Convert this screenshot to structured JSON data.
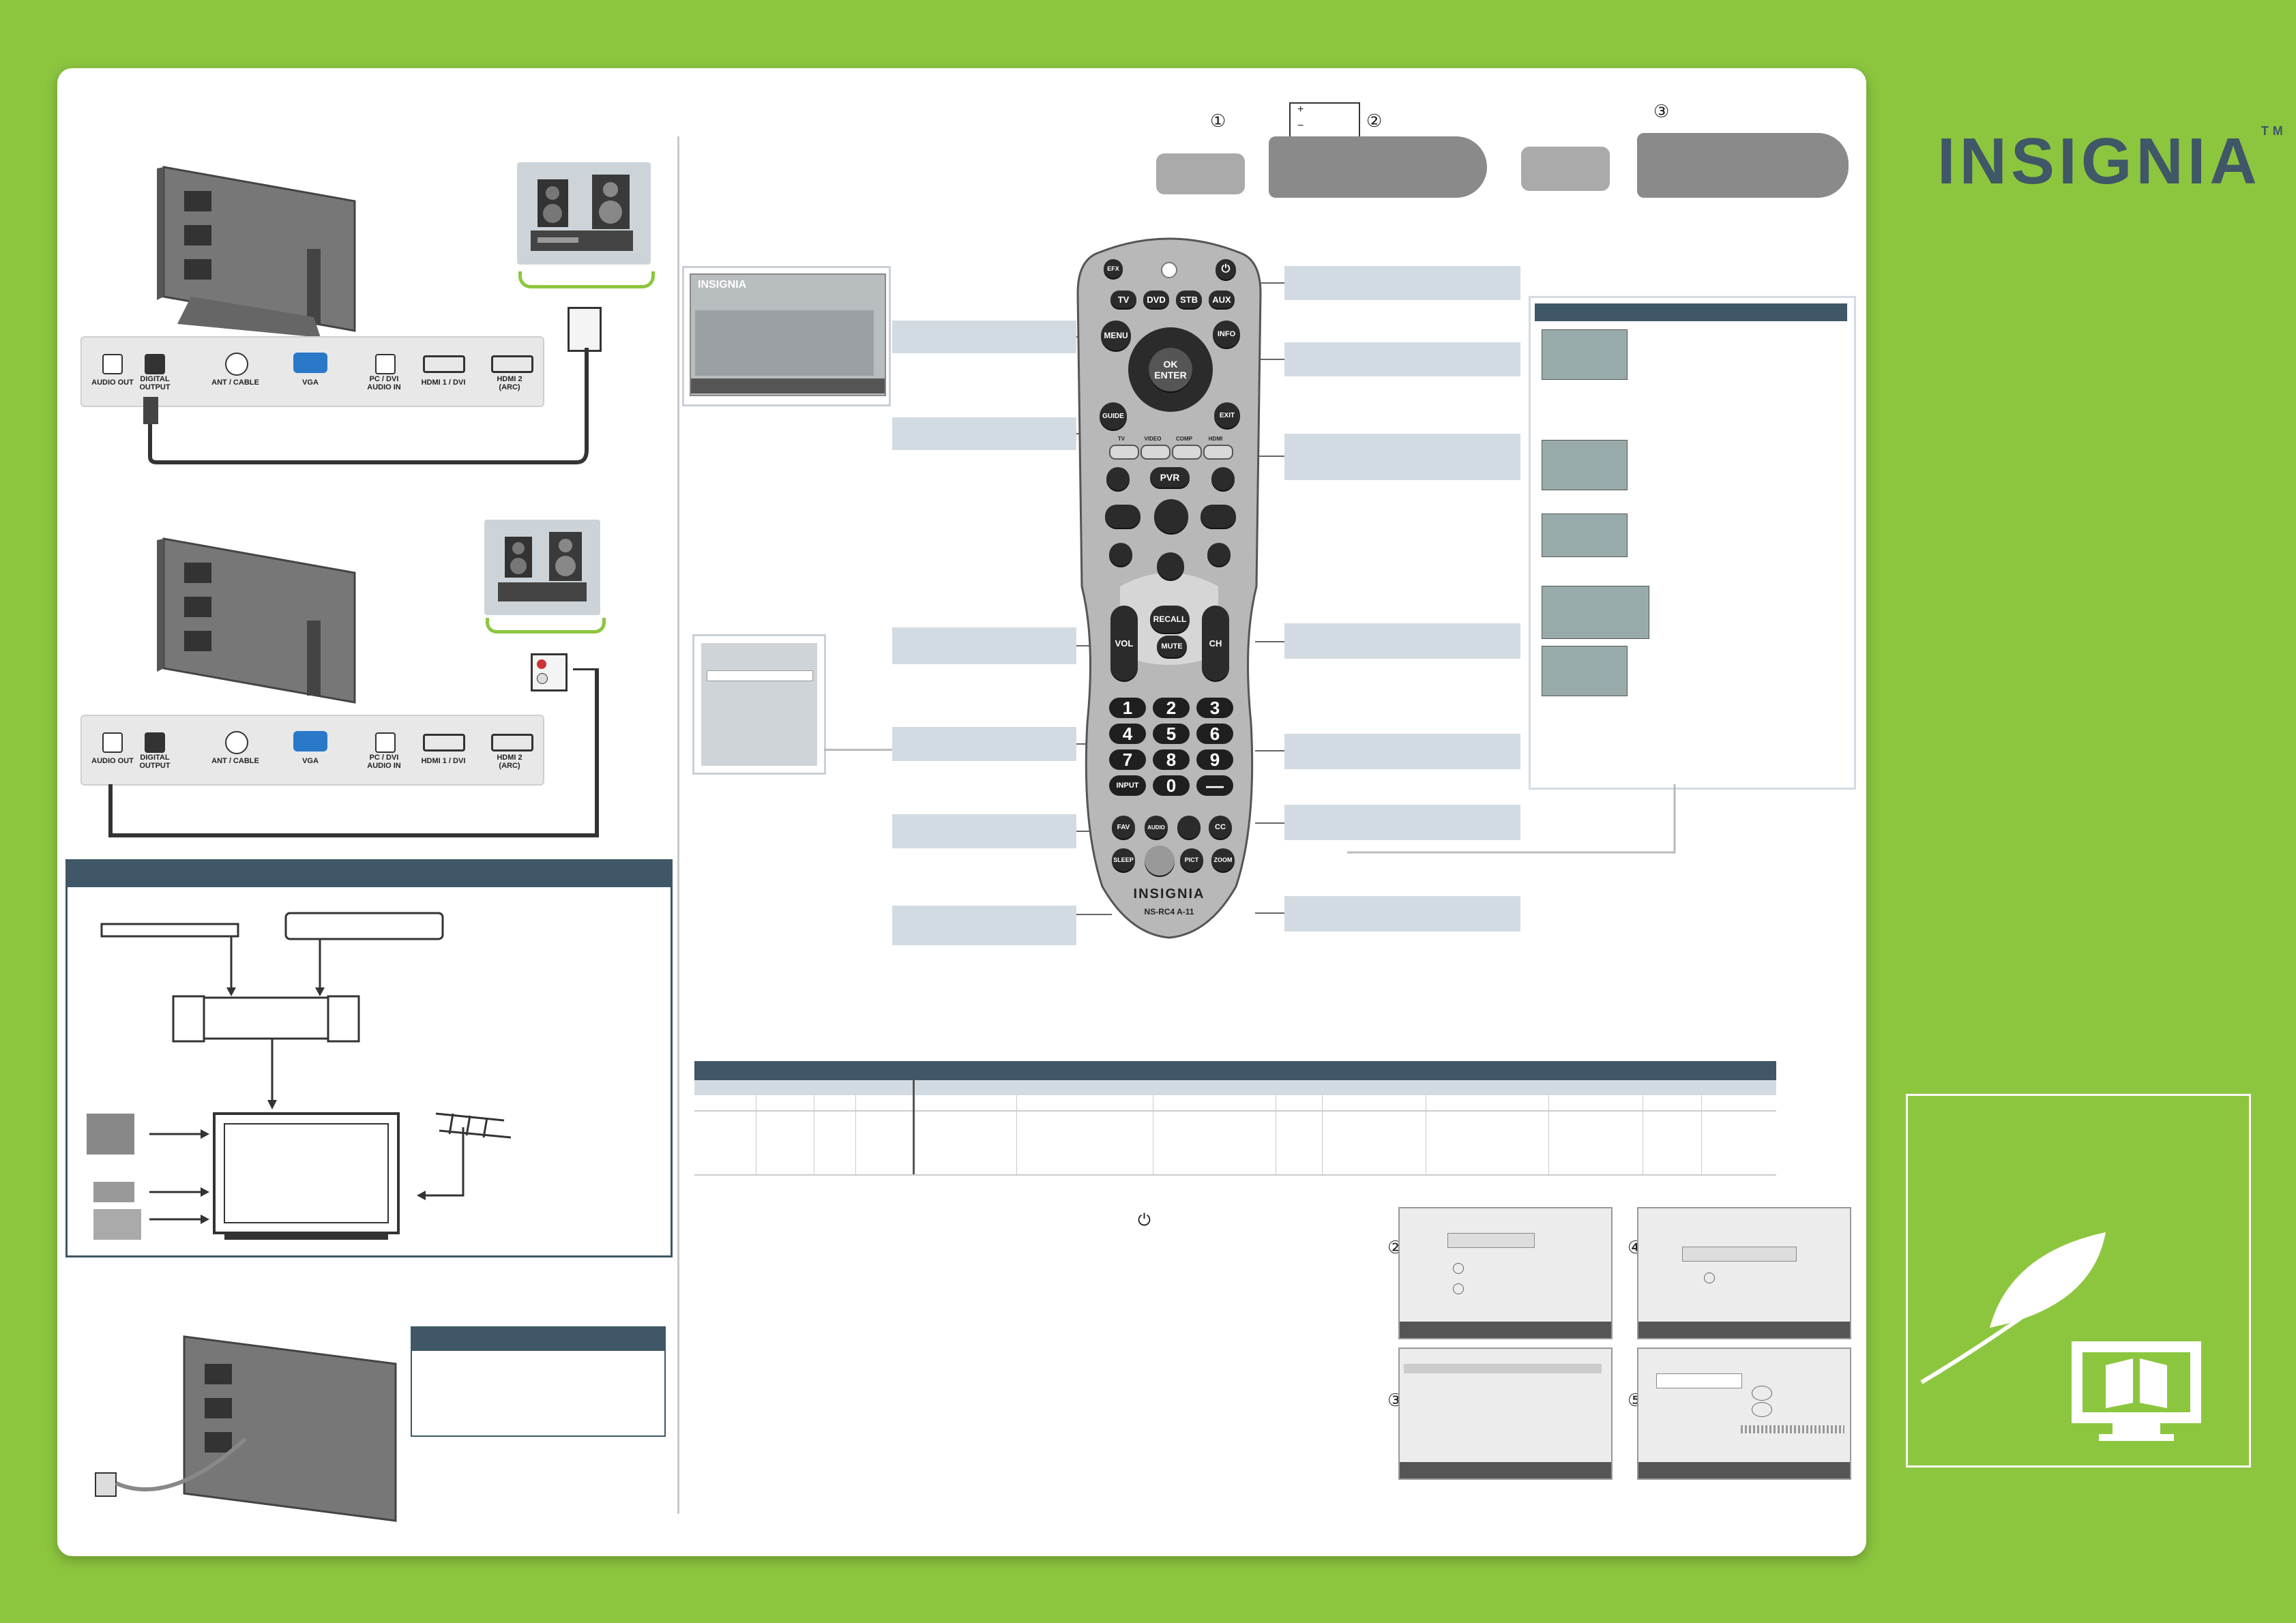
{
  "brand": {
    "logo_text": "INSIGNIA",
    "tm": "TM"
  },
  "battery": {
    "step1": "①",
    "step2": "②",
    "step3": "③",
    "cell_plus": "+",
    "cell_minus": "−"
  },
  "ports": [
    {
      "label": "AUDIO OUT"
    },
    {
      "label": "DIGITAL OUTPUT"
    },
    {
      "label": "ANT / CABLE"
    },
    {
      "label": "VGA"
    },
    {
      "label": "PC / DVI AUDIO IN"
    },
    {
      "label": "HDMI 1 / DVI"
    },
    {
      "label": "HDMI 2 (ARC)"
    }
  ],
  "osd_menu": {
    "logo": "INSIGNIA"
  },
  "remote": {
    "top_buttons": [
      "TV",
      "DVD",
      "STB",
      "AUX"
    ],
    "menu": "MENU",
    "info": "INFO",
    "ok": "OK ENTER",
    "guide": "GUIDE",
    "exit": "EXIT",
    "color_labels": [
      "TV",
      "VIDEO",
      "COMP",
      "HDMI"
    ],
    "pvr": "PVR",
    "recall": "RECALL",
    "vol": "VOL",
    "ch": "CH",
    "mute": "MUTE",
    "input": "INPUT",
    "numbers": [
      "1",
      "2",
      "3",
      "4",
      "5",
      "6",
      "7",
      "8",
      "9"
    ],
    "zero": "0",
    "dash": "—",
    "fav": "FAV",
    "audio": "AUDIO",
    "cc": "CC",
    "sleep": "SLEEP",
    "pict": "PICT",
    "zoom": "ZOOM",
    "logo": "INSIGNIA",
    "model": "NS-RC4 A-11",
    "sap_label": "EFX"
  },
  "power_symbol": "⏻",
  "screen_steps": [
    "②",
    "④",
    "③",
    "⑤"
  ],
  "colors": {
    "background": "#8cc63f",
    "bar": "#3f5766",
    "callout": "#d3dbe2"
  }
}
